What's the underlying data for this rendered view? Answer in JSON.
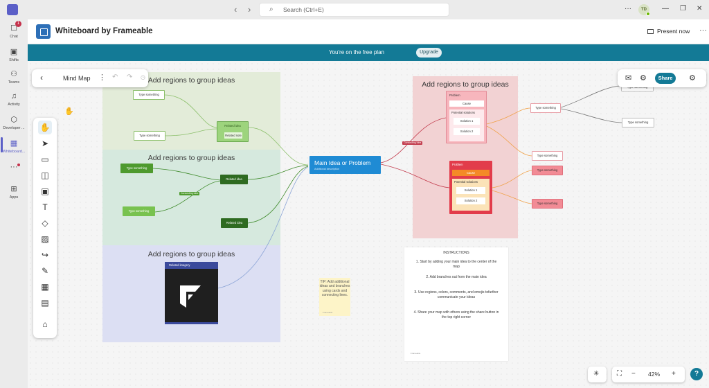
{
  "topbar": {
    "search_placeholder": "Search (Ctrl+E)",
    "avatar_initials": "TD"
  },
  "rail": {
    "items": [
      {
        "label": "Chat",
        "icon": "chat-icon",
        "badge": "1"
      },
      {
        "label": "Shifts",
        "icon": "shifts-icon"
      },
      {
        "label": "Teams",
        "icon": "teams-icon"
      },
      {
        "label": "Activity",
        "icon": "bell-icon"
      },
      {
        "label": "Developer ...",
        "icon": "developer-icon"
      },
      {
        "label": "Whiteboard...",
        "icon": "whiteboard-icon",
        "active": true
      },
      {
        "label": "...",
        "icon": "more-icon"
      },
      {
        "label": "Apps",
        "icon": "apps-icon"
      }
    ]
  },
  "app": {
    "title": "Whiteboard by Frameable",
    "present_label": "Present now"
  },
  "banner": {
    "text": "You're on the free plan",
    "upgrade_label": "Upgrade"
  },
  "toolbar": {
    "board_name": "Mind Map",
    "share_label": "Share"
  },
  "zoom": {
    "level": "42%"
  },
  "board": {
    "regions": [
      {
        "title": "Add regions to group ideas",
        "color": "#e3ecd9"
      },
      {
        "title": "Add regions to group ideas",
        "color": "#d6e9de"
      },
      {
        "title": "Add regions to group ideas",
        "color": "#dcdff3"
      },
      {
        "title": "Add regions to group ideas",
        "color": "#f2d2d3"
      }
    ],
    "main_idea": {
      "title": "Main Idea or Problem",
      "subtitle": "Additional description"
    },
    "type_something": "Type something",
    "related_idea": "Related idea",
    "related_note": "Related note",
    "related_imagery": "Related imagery",
    "connecting_idea": "Connecting idea",
    "problem": "Problem",
    "cause": "Cause",
    "potential_solutions": "Potential solutions",
    "solution_1": "Solution 1",
    "solution_2": "Solution 2",
    "tip": "TIP: Add additional ideas and branches using cards and connecting lines.",
    "note_author": "Frameable",
    "instructions": {
      "title": "INSTRUCTIONS",
      "steps": [
        "1. Start by adding your main idea to the center of the map",
        "2. Add branches out from the main idea",
        "3. Use regions, colors, comments, and emojis tofurther communicate your ideas",
        "4. Share your map with others using the share button in the top right corner"
      ]
    }
  }
}
